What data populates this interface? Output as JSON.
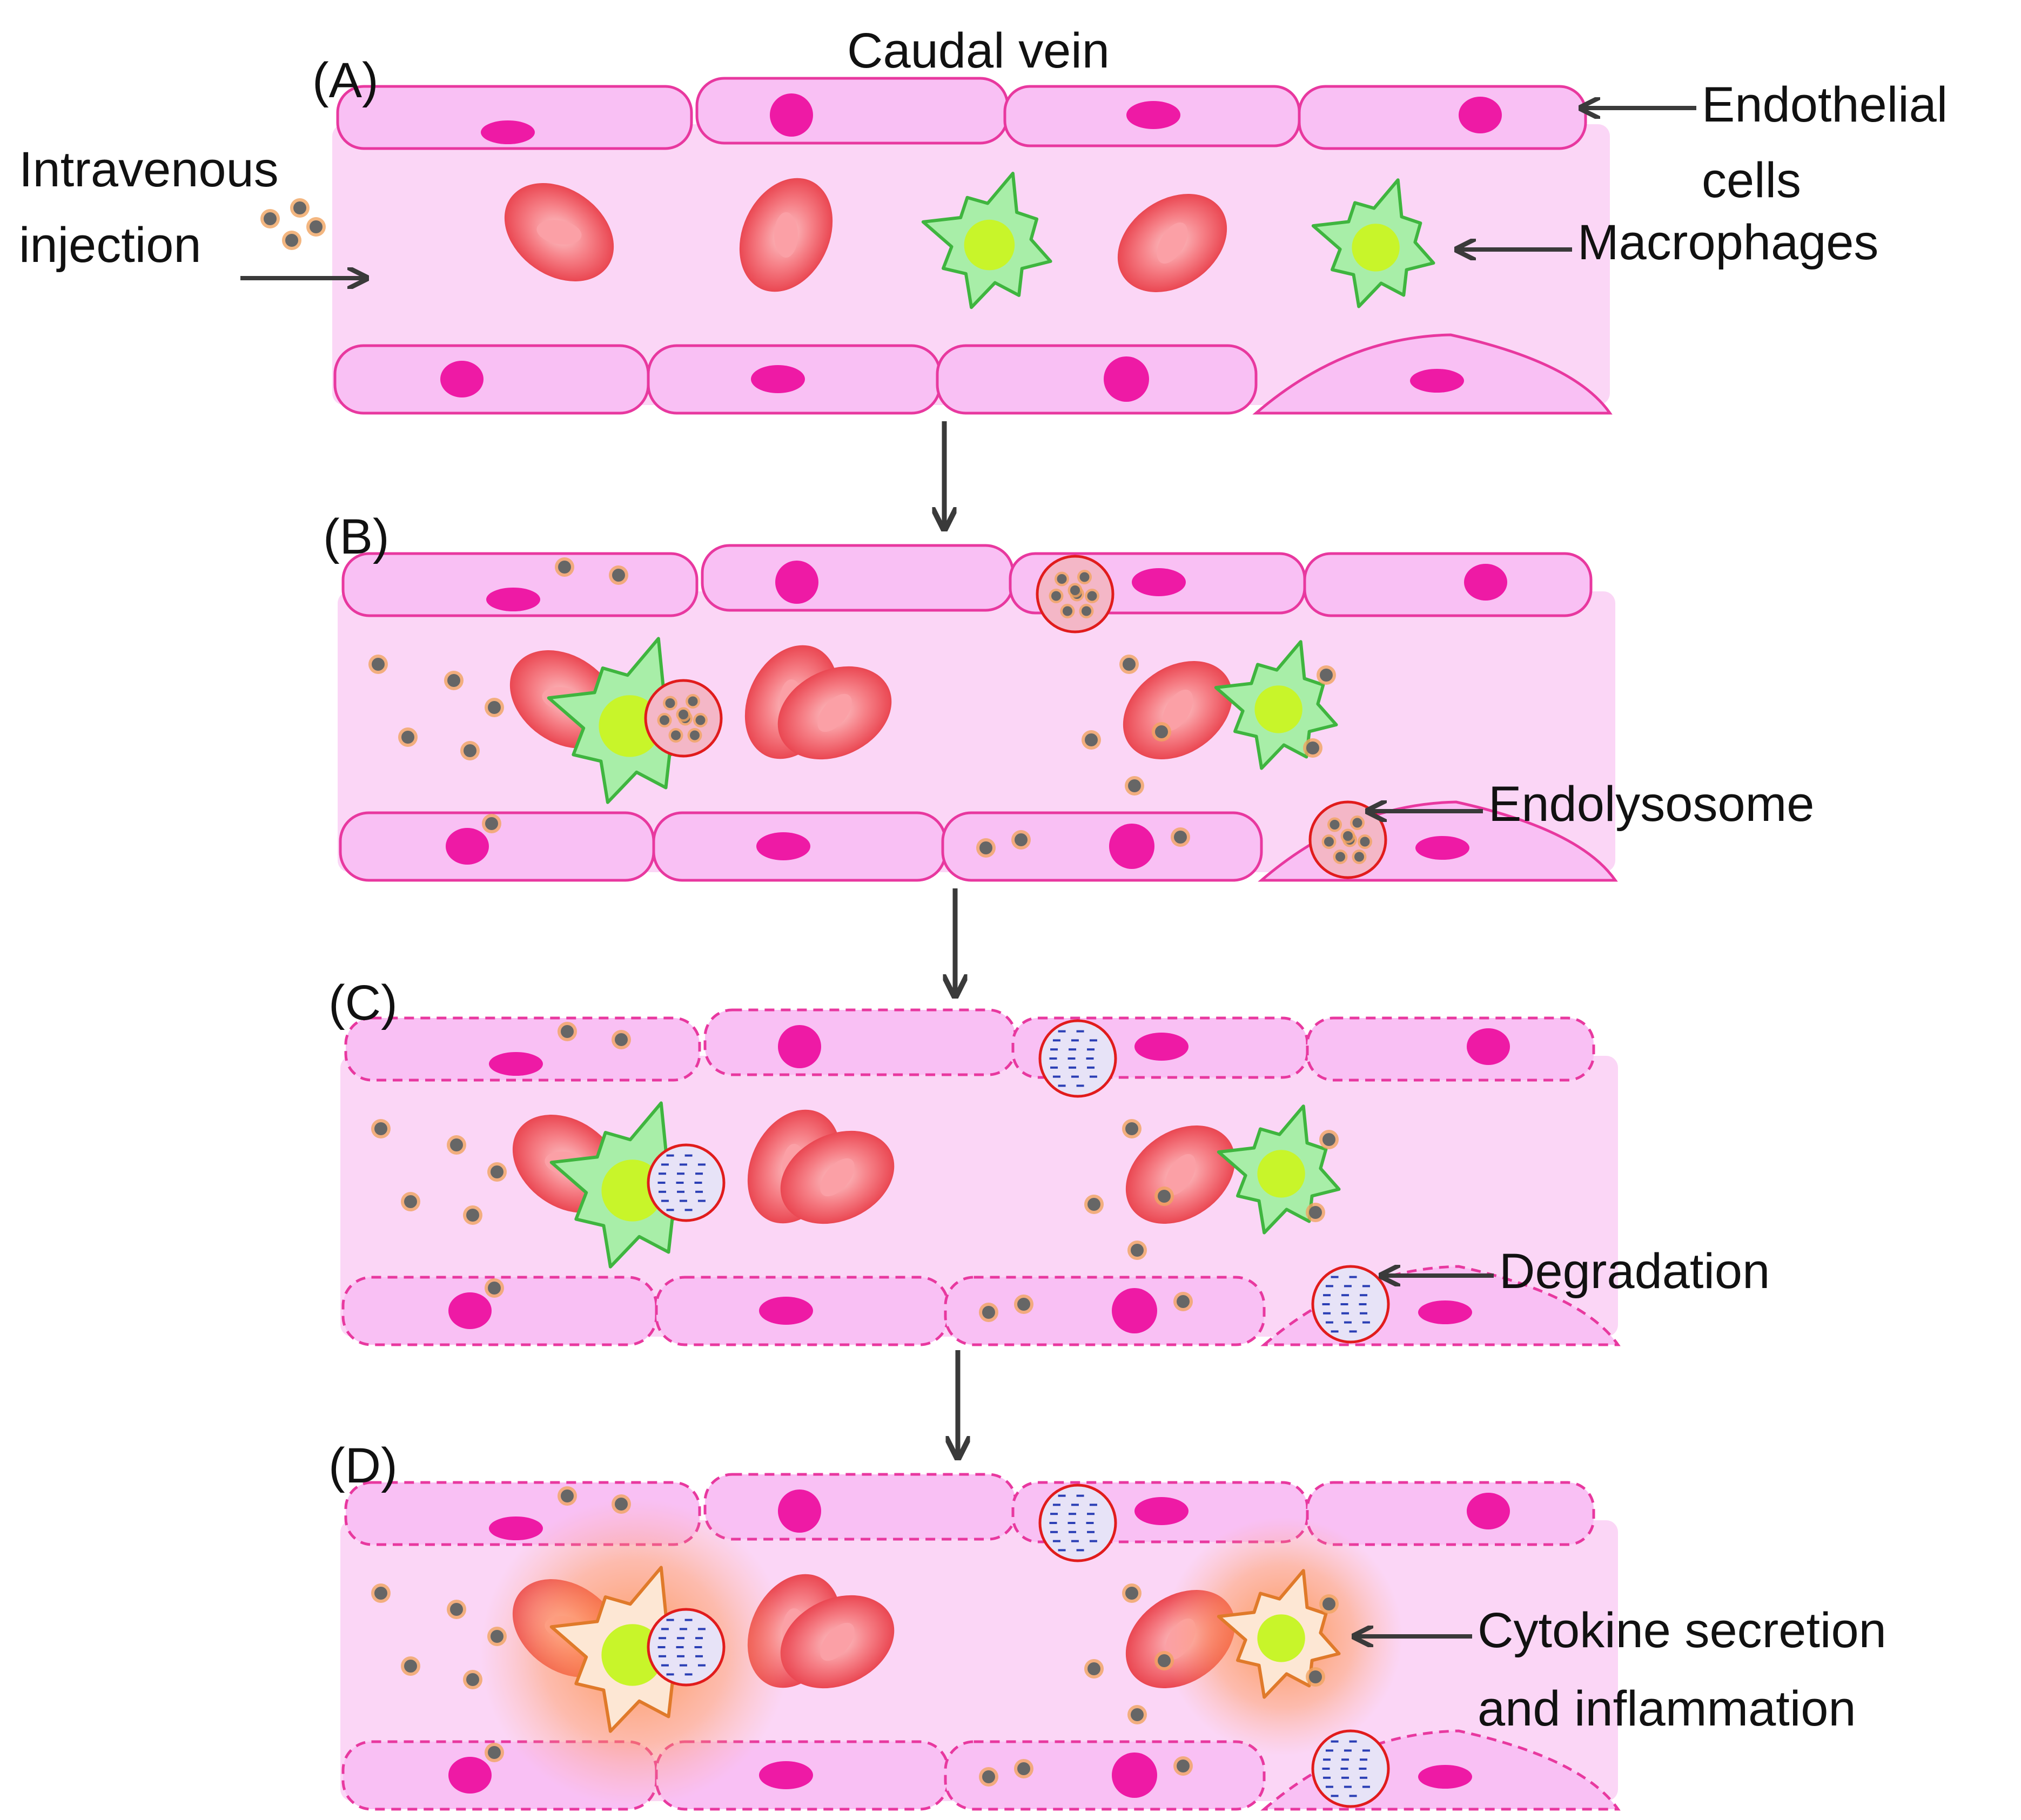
{
  "panels": [
    {
      "label": "(A)"
    },
    {
      "label": "(B)"
    },
    {
      "label": "(C)"
    },
    {
      "label": "(D)"
    }
  ],
  "labels": {
    "caudal_vein": "Caudal vein",
    "endothelial_line1": "Endothelial",
    "endothelial_line2": "cells",
    "intravenous_line1": "Intravenous",
    "intravenous_line2": "injection",
    "macrophages": "Macrophages",
    "endolysosome": "Endolysosome",
    "degradation": "Degradation",
    "cytokine_line1": "Cytokine secretion",
    "cytokine_line2": "and inflammation"
  },
  "colors": {
    "vessel_fill": "#fbd6f6",
    "cell_fill": "#f9c0f4",
    "cell_stroke": "#e8389f",
    "nucleus": "#ee1aa5",
    "rbc_outer": "#f2606a",
    "rbc_inner": "#fba0a6",
    "macrophage_fill": "#a8eea8",
    "macrophage_stroke": "#3fb53f",
    "macrophage_nucleus": "#c8f52a",
    "activated_stroke": "#e07a2a",
    "activated_glow": "#ff8a3d",
    "endolysosome_stroke": "#e11c1c",
    "degradation_dash": "#2b3fb5",
    "nanoparticle": "#666666",
    "nanoparticle_halo": "#f0a460",
    "arrow": "#3a3a3a"
  }
}
